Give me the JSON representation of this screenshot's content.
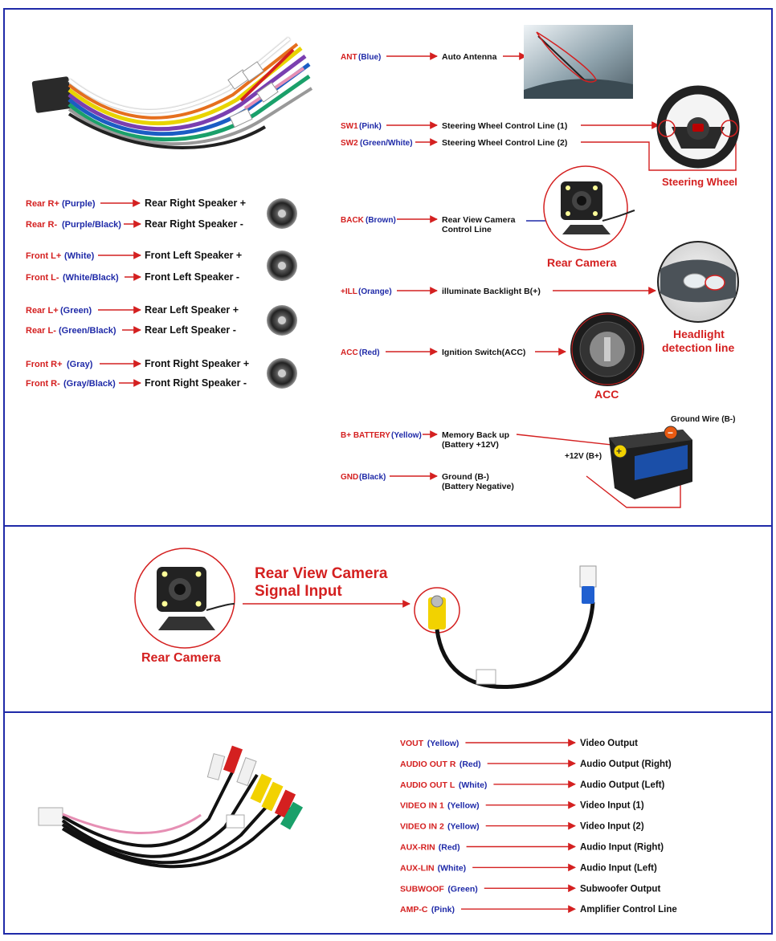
{
  "colors": {
    "accent_red": "#d42020",
    "accent_blue": "#1f2aa8",
    "text": "#111111"
  },
  "section1": {
    "left_wires": [
      {
        "name": "Rear R+",
        "color": "(Purple)",
        "function": "Rear Right Speaker +"
      },
      {
        "name": "Rear R-",
        "color": "(Purple/Black)",
        "function": "Rear Right Speaker -"
      },
      {
        "name": "Front L+",
        "color": "(White)",
        "function": "Front Left Speaker +"
      },
      {
        "name": "Front L-",
        "color": "(White/Black)",
        "function": "Front Left Speaker -"
      },
      {
        "name": "Rear L+",
        "color": "(Green)",
        "function": "Rear Left Speaker +"
      },
      {
        "name": "Rear L-",
        "color": "(Green/Black)",
        "function": "Rear Left Speaker -"
      },
      {
        "name": "Front R+",
        "color": "(Gray)",
        "function": "Front Right Speaker +"
      },
      {
        "name": "Front R-",
        "color": "(Gray/Black)",
        "function": "Front Right Speaker -"
      }
    ],
    "right_wires": [
      {
        "name": "ANT",
        "color": "(Blue)",
        "function": "Auto Antenna"
      },
      {
        "name": "SW1",
        "color": "(Pink)",
        "function": "Steering Wheel Control Line (1)"
      },
      {
        "name": "SW2",
        "color": "(Green/White)",
        "function": "Steering Wheel Control Line (2)"
      },
      {
        "name": "BACK",
        "color": "(Brown)",
        "function": "Rear View Camera",
        "function2": "Control Line"
      },
      {
        "name": "+ILL",
        "color": "(Orange)",
        "function": "illuminate Backlight B(+)"
      },
      {
        "name": "ACC",
        "color": "(Red)",
        "function": "Ignition Switch(ACC)"
      },
      {
        "name": "B+ BATTERY",
        "color": "(Yellow)",
        "function": "Memory Back up",
        "function2": "(Battery +12V)"
      },
      {
        "name": "GND",
        "color": "(Black)",
        "function": "Ground (B-)",
        "function2": "(Battery Negative)"
      }
    ],
    "captions": {
      "steering_wheel": "Steering Wheel",
      "rear_camera": "Rear Camera",
      "headlight_1": "Headlight",
      "headlight_2": "detection line",
      "acc": "ACC",
      "ground_wire": "Ground Wire (B-)",
      "plus12v": "+12V  (B+)"
    }
  },
  "section2": {
    "title_1": "Rear View Camera",
    "title_2": "Signal Input",
    "camera_caption": "Rear Camera"
  },
  "section3": {
    "rows": [
      {
        "name": "VOUT",
        "color": "(Yellow)",
        "function": "Video Output"
      },
      {
        "name": "AUDIO OUT R",
        "color": "(Red)",
        "function": "Audio Output (Right)"
      },
      {
        "name": "AUDIO OUT L",
        "color": "(White)",
        "function": "Audio Output (Left)"
      },
      {
        "name": "VIDEO IN 1",
        "color": "(Yellow)",
        "function": "Video Input (1)"
      },
      {
        "name": "VIDEO IN 2",
        "color": "(Yellow)",
        "function": "Video Input (2)"
      },
      {
        "name": "AUX-RIN",
        "color": "(Red)",
        "function": "Audio Input (Right)"
      },
      {
        "name": "AUX-LIN",
        "color": "(White)",
        "function": "Audio Input (Left)"
      },
      {
        "name": "SUBWOOF",
        "color": "(Green)",
        "function": "Subwoofer Output"
      },
      {
        "name": "AMP-C",
        "color": "(Pink)",
        "function": "Amplifier Control Line"
      }
    ]
  }
}
